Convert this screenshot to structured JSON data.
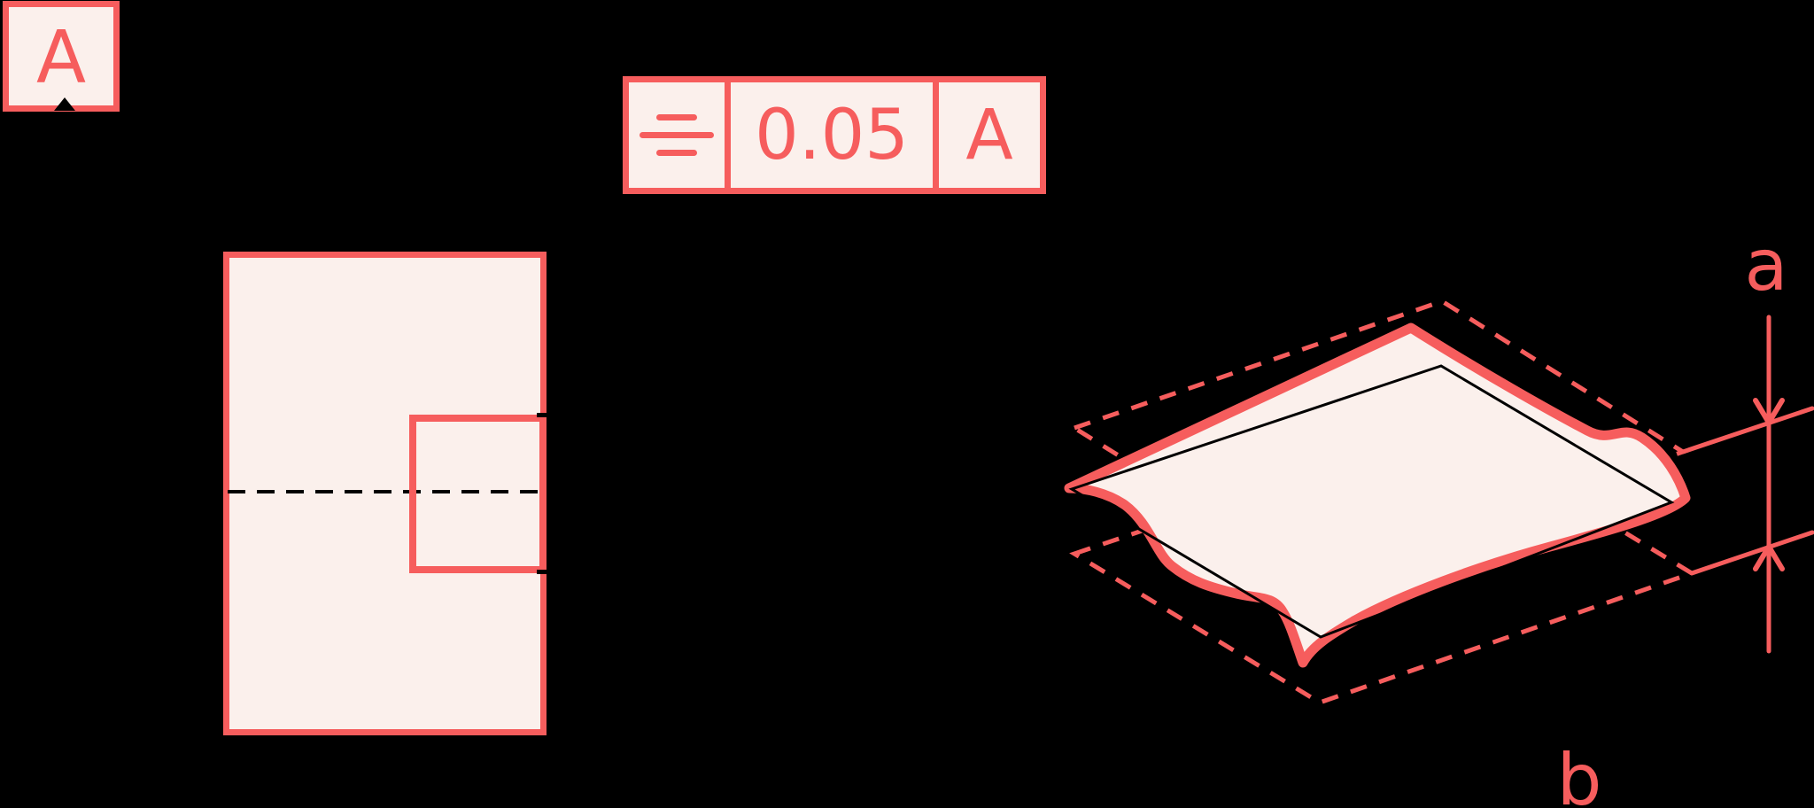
{
  "canvas": {
    "background": "#000000"
  },
  "palette": {
    "accent_red": "#f65d5d",
    "shape_fill": "#fbf0ec",
    "construction_black": "#000000"
  },
  "datum_box": {
    "letter": "A"
  },
  "feature_control_frame": {
    "symbol_icon": "parallelism-symbol",
    "tolerance_value": "0.05",
    "datum_reference": "A"
  },
  "iso_view": {
    "zone_width_label": "a",
    "zone_plane_label": "b"
  }
}
